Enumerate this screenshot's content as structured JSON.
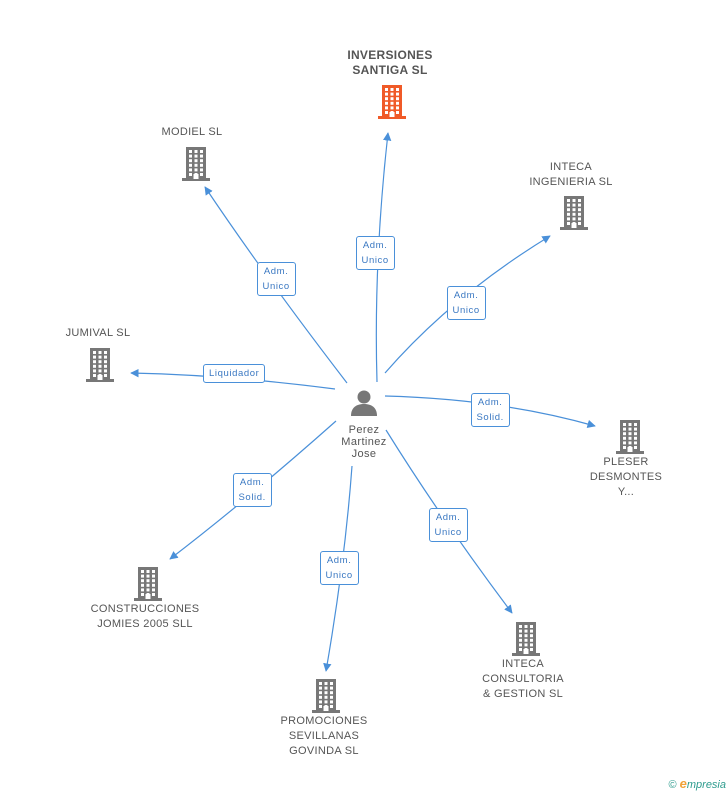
{
  "colors": {
    "edge": "#4a90d9",
    "node": "#777777",
    "highlight": "#f05a28"
  },
  "center": {
    "name": "Perez\nMartinez\nJose",
    "icon": "person-icon"
  },
  "nodes": [
    {
      "id": "inversiones",
      "label": "INVERSIONES\nSANTIGA SL",
      "highlight": true
    },
    {
      "id": "modiel",
      "label": "MODIEL SL",
      "highlight": false
    },
    {
      "id": "inteca-ing",
      "label": "INTECA\nINGENIERIA SL",
      "highlight": false
    },
    {
      "id": "jumival",
      "label": "JUMIVAL SL",
      "highlight": false
    },
    {
      "id": "pleser",
      "label": "PLESER\nDESMONTES\nY...",
      "highlight": false
    },
    {
      "id": "construcciones",
      "label": "CONSTRUCCIONES\nJOMIES 2005 SLL",
      "highlight": false
    },
    {
      "id": "promociones",
      "label": "PROMOCIONES\nSEVILLANAS\nGOVINDA  SL",
      "highlight": false
    },
    {
      "id": "inteca-cons",
      "label": "INTECA\nCONSULTORIA\n& GESTION SL",
      "highlight": false
    }
  ],
  "edges": [
    {
      "to": "inversiones",
      "label": "Adm.\nUnico"
    },
    {
      "to": "modiel",
      "label": "Adm.\nUnico"
    },
    {
      "to": "inteca-ing",
      "label": "Adm.\nUnico"
    },
    {
      "to": "jumival",
      "label": "Liquidador"
    },
    {
      "to": "pleser",
      "label": "Adm.\nSolid."
    },
    {
      "to": "construcciones",
      "label": "Adm.\nSolid."
    },
    {
      "to": "promociones",
      "label": "Adm.\nUnico"
    },
    {
      "to": "inteca-cons",
      "label": "Adm.\nUnico"
    }
  ],
  "footer": {
    "copyright": "©",
    "e": "e",
    "brand": "mpresia"
  }
}
